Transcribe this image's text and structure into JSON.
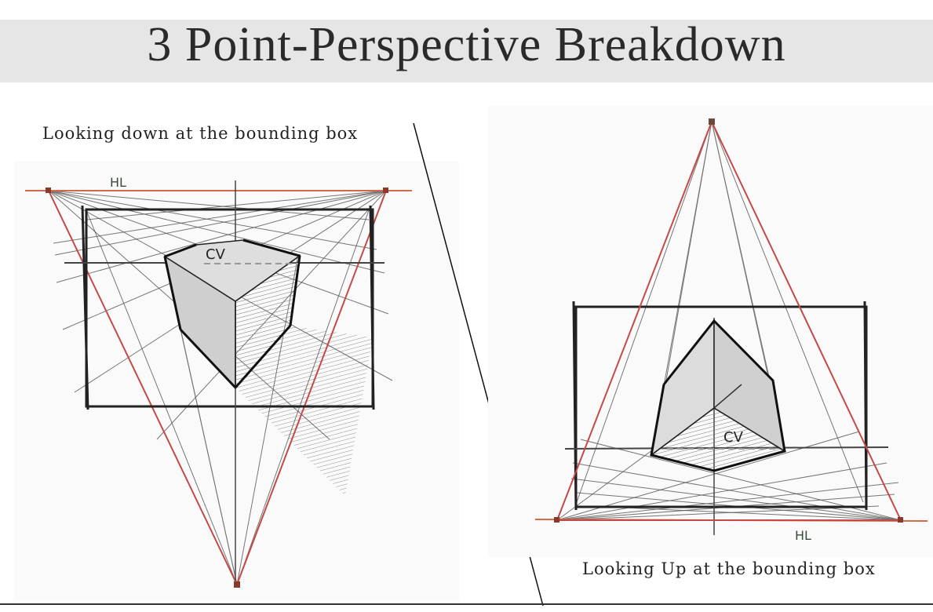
{
  "header": {
    "title": "3 Point-Perspective Breakdown"
  },
  "left_panel": {
    "caption": "Looking down at the bounding box",
    "hl_label": "HL",
    "cv_label": "CV"
  },
  "right_panel": {
    "caption": "Looking Up at the bounding box",
    "hl_label": "HL",
    "cv_label": "CV"
  },
  "colors": {
    "horizon_line": "#d06a4a",
    "cone_of_vision": "#c44a4a",
    "construction": "#3a3a3a",
    "title_band": "#e6e6e6"
  }
}
